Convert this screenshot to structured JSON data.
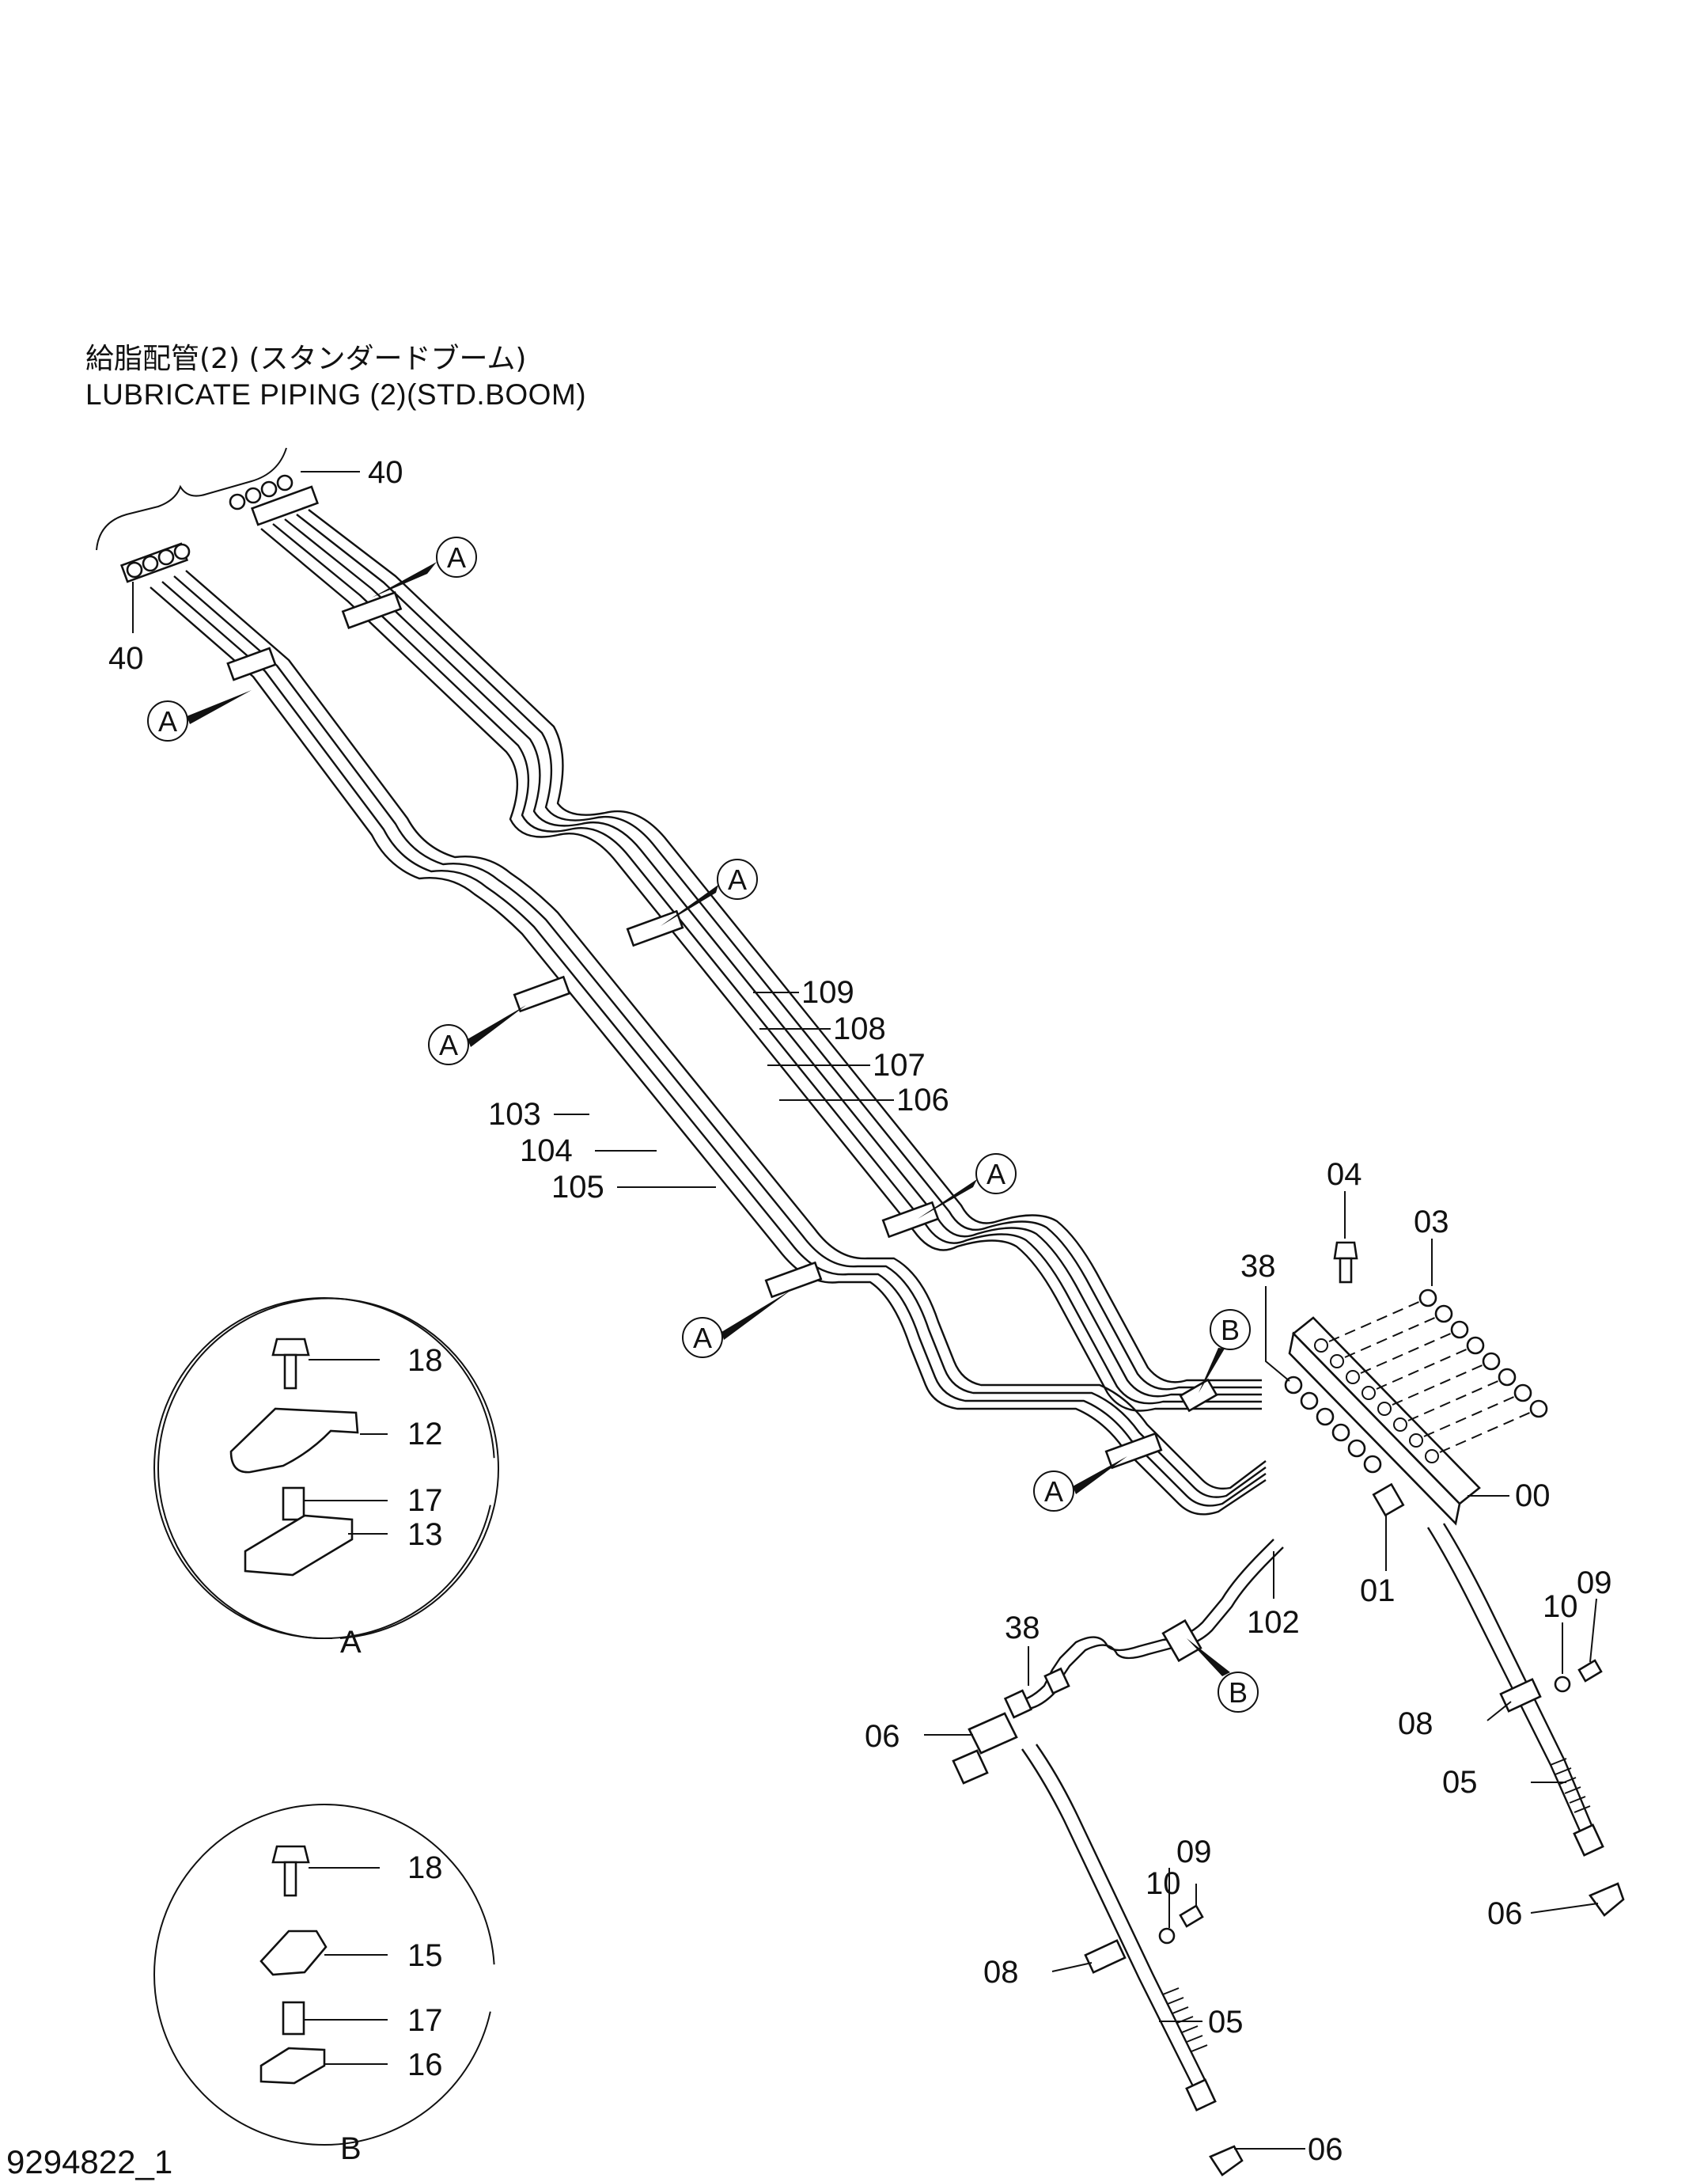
{
  "title_jp": "給脂配管(2) (スタンダードブーム)",
  "title_en": "LUBRICATE  PIPING (2)(STD.BOOM)",
  "drawing_number": "9294822_1",
  "detail_labels": {
    "a": "A",
    "b": "B"
  },
  "callouts": {
    "c40_top": "40",
    "c40_left": "40",
    "c109": "109",
    "c108": "108",
    "c107": "107",
    "c106": "106",
    "c103": "103",
    "c104": "104",
    "c105": "105",
    "c04": "04",
    "c03": "03",
    "c38_top": "38",
    "c00": "00",
    "c01": "01",
    "c102": "102",
    "c38_mid": "38",
    "c06_mid": "06",
    "c09_right": "09",
    "c10_right": "10",
    "c08_right": "08",
    "c05_right": "05",
    "c06_right": "06",
    "c09_low": "09",
    "c10_low": "10",
    "c08_low": "08",
    "c05_low": "05",
    "c06_low": "06",
    "a18": "18",
    "a12": "12",
    "a17": "17",
    "a13": "13",
    "b18": "18",
    "b15": "15",
    "b17": "17",
    "b16": "16"
  }
}
